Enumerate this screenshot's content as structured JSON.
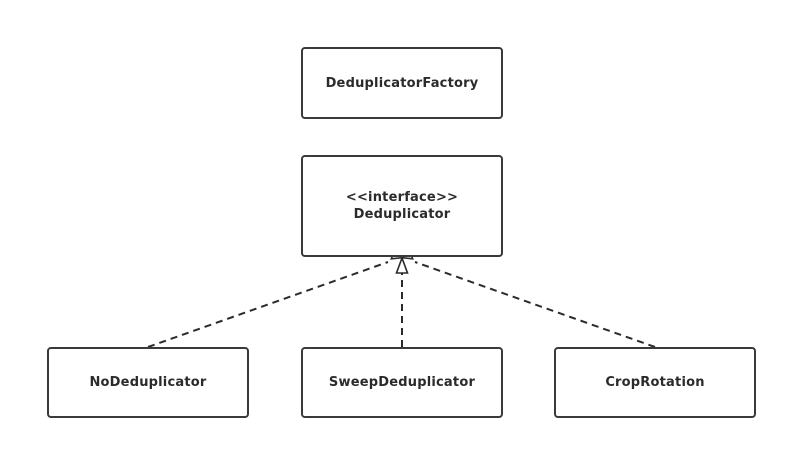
{
  "classes": {
    "factory": {
      "name": "DeduplicatorFactory"
    },
    "interface": {
      "stereotype": "<<interface>>",
      "name": "Deduplicator"
    },
    "no_dedup": {
      "name": "NoDeduplicator"
    },
    "sweep": {
      "name": "SweepDeduplicator"
    },
    "crop": {
      "name": "CropRotation"
    }
  },
  "relations": [
    {
      "type": "realization",
      "from": "NoDeduplicator",
      "to": "Deduplicator"
    },
    {
      "type": "realization",
      "from": "SweepDeduplicator",
      "to": "Deduplicator"
    },
    {
      "type": "realization",
      "from": "CropRotation",
      "to": "Deduplicator"
    }
  ],
  "colors": {
    "line": "#2b2b2b",
    "box_border": "#3a3a3a",
    "background": "#ffffff"
  }
}
